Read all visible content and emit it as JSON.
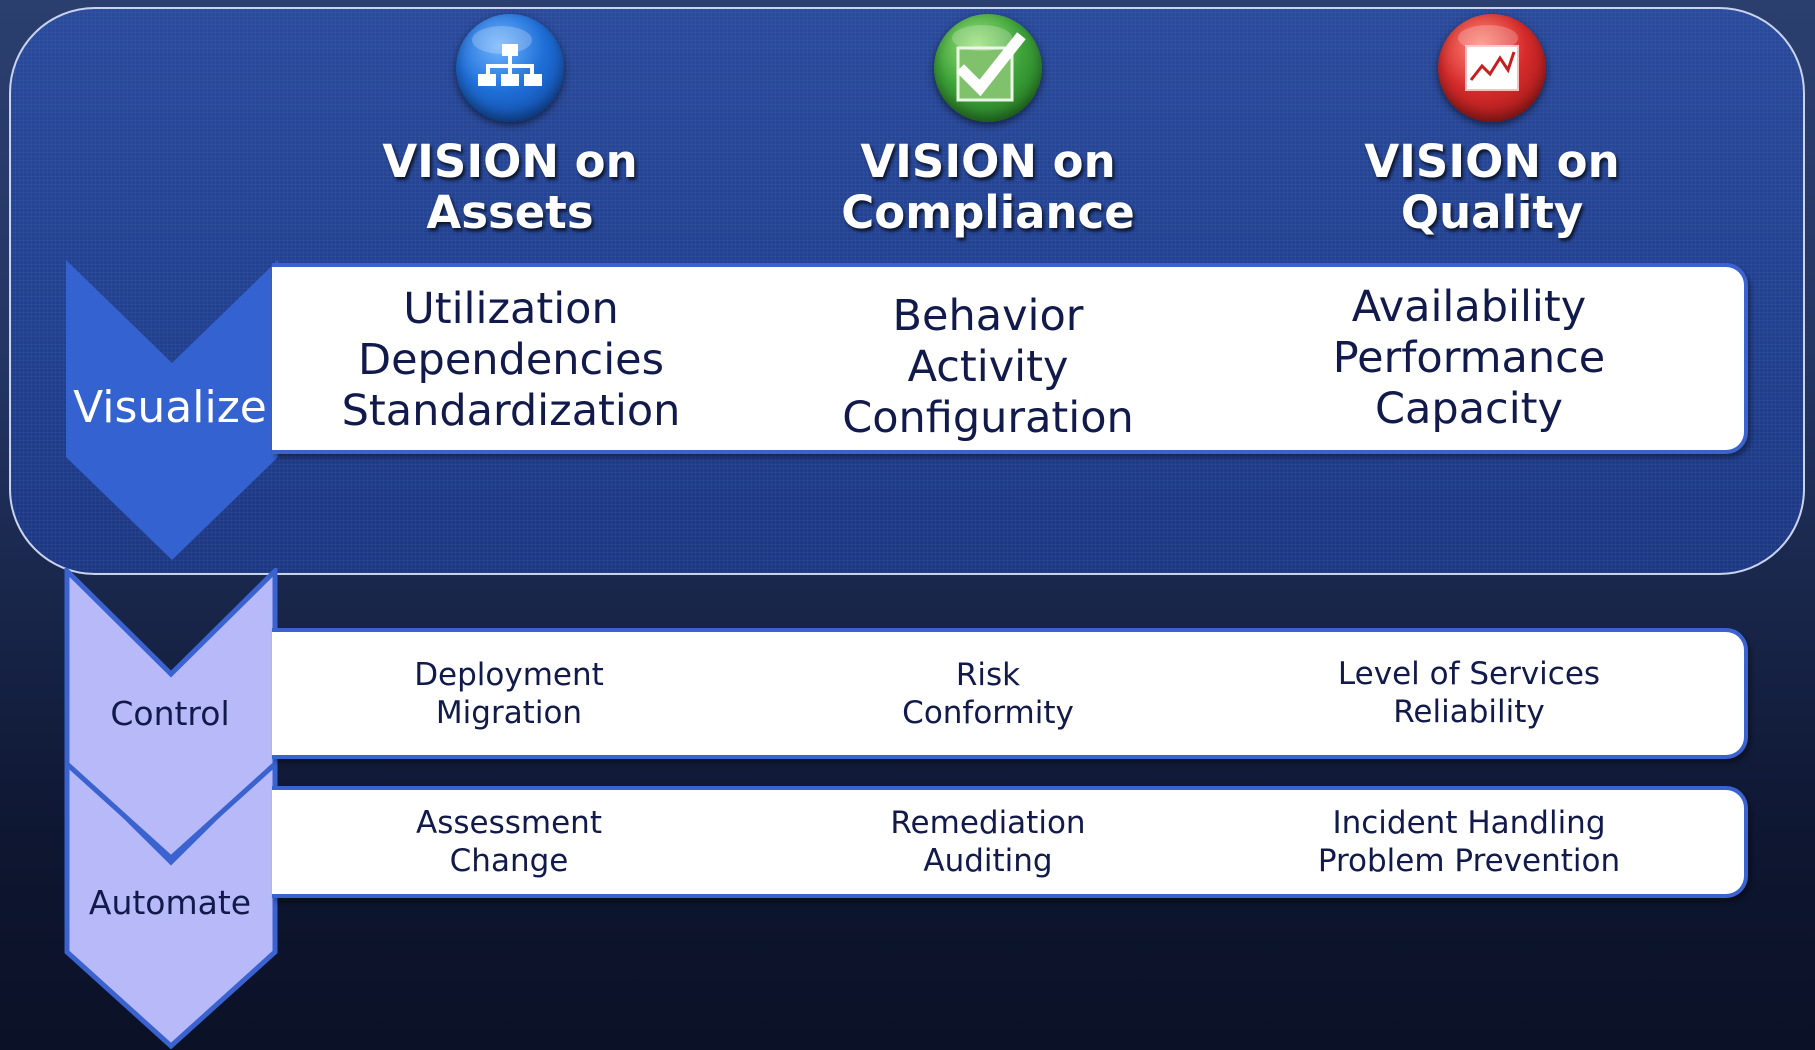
{
  "columns": [
    {
      "title_line1": "VISION on",
      "title_line2": "Assets",
      "icon": "hierarchy-icon",
      "icon_color": "#1f6fd8",
      "visualize": [
        "Utilization",
        "Dependencies",
        "Standardization"
      ],
      "control": [
        "Deployment",
        "Migration"
      ],
      "automate": [
        "Assessment",
        "Change"
      ]
    },
    {
      "title_line1": "VISION on",
      "title_line2": "Compliance",
      "icon": "checkmark-icon",
      "icon_color": "#3ea33a",
      "visualize": [
        "Behavior",
        "Activity",
        "Configuration"
      ],
      "control": [
        "Risk",
        "Conformity"
      ],
      "automate": [
        "Remediation",
        "Auditing"
      ]
    },
    {
      "title_line1": "VISION on",
      "title_line2": "Quality",
      "icon": "chart-icon",
      "icon_color": "#d62b2b",
      "visualize": [
        "Availability",
        "Performance",
        "Capacity"
      ],
      "control": [
        "Level of Services",
        "Reliability"
      ],
      "automate": [
        "Incident Handling",
        "Problem Prevention"
      ]
    }
  ],
  "stages": {
    "visualize": "Visualize",
    "control": "Control",
    "automate": "Automate"
  },
  "colors": {
    "panel_blue": "#23418f",
    "visualize_chevron": "#3462d0",
    "light_chevron": "#b8b9f9",
    "band_border": "#3a63d0",
    "text_dark": "#111a4a"
  }
}
